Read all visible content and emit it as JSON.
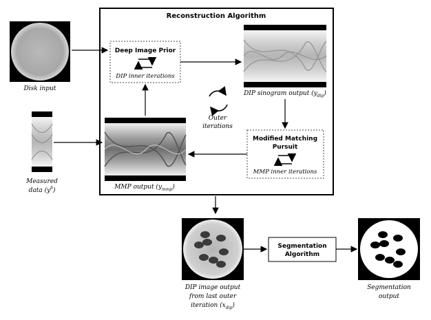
{
  "main_box": {
    "title": "Reconstruction Algorithm"
  },
  "disk_input": {
    "caption": "Disk input"
  },
  "measured_data": {
    "caption_line1": "Measured",
    "caption_line2": "data (y",
    "sup": "δ",
    "caption_end": ")"
  },
  "dip": {
    "title": "Deep Image Prior",
    "subtitle": "DIP inner iterations"
  },
  "dip_sinogram": {
    "caption": "DIP sinogram output (y",
    "sub": "dip",
    "caption_end": ")"
  },
  "outer": {
    "line1": "Outer",
    "line2": "iterations"
  },
  "mmp": {
    "title_line1": "Modified Matching",
    "title_line2": "Pursuit",
    "subtitle": "MMP inner iterations"
  },
  "mmp_output": {
    "caption": "MMP output (y",
    "sub": "mmp",
    "caption_end": ")"
  },
  "dip_image_output": {
    "line1": "DIP image output",
    "line2": "from last outer",
    "line3": "iteration (x",
    "sub": "dip",
    "line3_end": ")"
  },
  "segmentation": {
    "title_line1": "Segmentation",
    "title_line2": "Algorithm"
  },
  "segmentation_output": {
    "line1": "Segmentation",
    "line2": "output"
  },
  "colors": {
    "line": "#000000",
    "box_fill": "#ffffff",
    "dotted": "#555555"
  }
}
